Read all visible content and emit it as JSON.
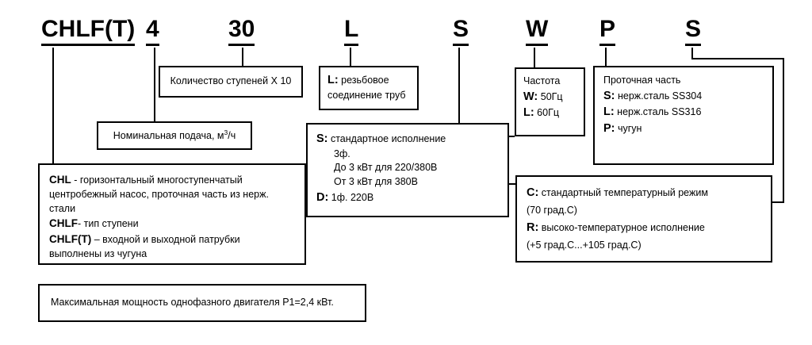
{
  "title": "CHLF(T) pump model designation diagram",
  "model_code": {
    "segments": [
      {
        "label": "CHLF(T)",
        "name": "code-series"
      },
      {
        "label": "4",
        "name": "code-nominal-flow"
      },
      {
        "label": "30",
        "name": "code-stages"
      },
      {
        "label": "L",
        "name": "code-pipe-connection"
      },
      {
        "label": "S",
        "name": "code-motor-execution"
      },
      {
        "label": "W",
        "name": "code-frequency"
      },
      {
        "label": "P",
        "name": "code-wetted-part"
      },
      {
        "label": "S",
        "name": "code-temperature-mode"
      }
    ]
  },
  "boxes": {
    "stages": {
      "text": "Количество ступеней X 10"
    },
    "pipe_connection": {
      "key": "L:",
      "line1": " резьбовое",
      "line2": "соединение труб"
    },
    "nominal_flow": {
      "prefix": "Номинальная подача, м",
      "sup": "3",
      "suffix": "/ч"
    },
    "motor": {
      "s_key": "S:",
      "s_text": " стандартное исполнение",
      "s_line2": "3ф.",
      "s_line3": "До 3 кВт для 220/380В",
      "s_line4": "От 3 кВт для 380В",
      "d_key": "D:",
      "d_text": " 1ф. 220В"
    },
    "frequency": {
      "title": "Частота",
      "w_key": "W:",
      "w_text": " 50Гц",
      "l_key": "L:",
      "l_text": " 60Гц"
    },
    "wetted_part": {
      "title": "Проточная часть",
      "s_key": "S:",
      "s_text": " нерж.сталь SS304",
      "l_key": "L:",
      "l_text": " нерж.сталь SS316",
      "p_key": "P:",
      "p_text": " чугун"
    },
    "temperature": {
      "c_key": "C:",
      "c_text": " стандартный температурный режим",
      "c_line2": "(70 град.С)",
      "r_key": "R:",
      "r_text": " высоко-температурное исполнение",
      "r_line2": "(+5 град.С...+105 град.С)"
    },
    "series": {
      "chl_key": "CHL",
      "chl_text": " - горизонтальный многоступенчатый",
      "chl_line2": "центробежный насос, проточная часть из нерж.",
      "chl_line3": "стали",
      "chlf_key": "CHLF",
      "chlf_text": "- тип ступени",
      "chlft_key": "CHLF(T)",
      "chlft_text": " – входной и выходной патрубки",
      "chlft_line2": "выполнены из чугуна"
    },
    "max_power": {
      "text": "Максимальная мощность однофазного двигателя P1=2,4 кВт."
    }
  },
  "colors": {
    "line": "#000000",
    "background": "#ffffff",
    "text": "#000000"
  }
}
